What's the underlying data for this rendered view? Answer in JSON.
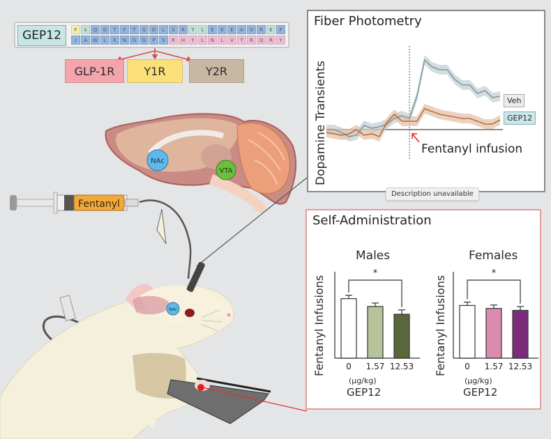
{
  "peptide": {
    "name": "GEP12",
    "row1": [
      "F",
      "s",
      "Q",
      "G",
      "T",
      "F",
      "T",
      "S",
      "D",
      "L",
      "S",
      "K",
      "Y",
      "L",
      "E",
      "E",
      "E",
      "A",
      "V",
      "R",
      "E",
      "F"
    ],
    "row2": [
      "I",
      "A",
      "W",
      "L",
      "K",
      "N",
      "G",
      "G",
      "P",
      "S",
      "R",
      "H",
      "Y",
      "L",
      "N",
      "L",
      "V",
      "T",
      "R",
      "Q",
      "R",
      "Y"
    ],
    "colors": {
      "yellow": "#f3ebb0",
      "teal": "#bfe0d4",
      "blue": "#93b4dc",
      "pink": "#eebdd2"
    }
  },
  "receptors": [
    {
      "label": "GLP-1R",
      "color": "#f4a4ab"
    },
    {
      "label": "Y1R",
      "color": "#fbe07a"
    },
    {
      "label": "Y2R",
      "color": "#c8b8a2"
    }
  ],
  "brain": {
    "nac_label": "NAc",
    "vta_label": "VTA"
  },
  "syringe": {
    "label": "Fentanyl"
  },
  "rat": {
    "nac_label": "NAc"
  },
  "tooltip": "Description unavailable",
  "chart_data": [
    {
      "type": "line",
      "title": "Fiber Photometry",
      "ylabel": "Dopamine Transients",
      "xlabel": "",
      "annotation": "Fentanyl infusion",
      "event_index": 11,
      "x": [
        0,
        1,
        2,
        3,
        4,
        5,
        6,
        7,
        8,
        9,
        10,
        11,
        12,
        13,
        14,
        15,
        16,
        17,
        18,
        19,
        20,
        21,
        22,
        23,
        24,
        25
      ],
      "series": [
        {
          "name": "Veh",
          "color": "#7f9aa3",
          "band": "#c4d2d6",
          "values": [
            0.0,
            0.0,
            -0.2,
            -0.5,
            -0.4,
            0.3,
            0.1,
            0.2,
            0.4,
            0.8,
            1.0,
            0.8,
            2.4,
            5.0,
            4.5,
            4.3,
            4.3,
            3.6,
            3.2,
            3.2,
            2.6,
            2.8,
            2.3,
            2.4,
            null,
            null
          ]
        },
        {
          "name": "GEP12",
          "color": "#b0714b",
          "band": "#e6c3a8",
          "values": [
            -0.2,
            -0.3,
            -0.4,
            -0.3,
            0.0,
            -0.4,
            -0.3,
            -0.5,
            0.5,
            1.1,
            0.6,
            0.6,
            0.6,
            1.5,
            1.3,
            1.1,
            1.0,
            0.9,
            0.8,
            0.8,
            0.6,
            0.4,
            0.4,
            0.7,
            null,
            null
          ]
        }
      ],
      "legend": [
        "Veh",
        "GEP12"
      ],
      "legend_position": "right"
    },
    {
      "type": "bar",
      "title": "Self-Administration",
      "subtitle": "Males",
      "ylabel": "Fentanyl Infusions",
      "categories": [
        "0",
        "1.57",
        "12.53"
      ],
      "xunit": "(µg/kg)",
      "xlabel": "GEP12",
      "values": [
        6.1,
        5.3,
        4.5
      ],
      "errors": [
        0.35,
        0.35,
        0.45
      ],
      "colors": [
        "#ffffff",
        "#b7c39a",
        "#59683a"
      ],
      "significance": "*",
      "ylim": [
        0,
        10
      ]
    },
    {
      "type": "bar",
      "subtitle": "Females",
      "ylabel": "Fentanyl Infusions",
      "categories": [
        "0",
        "1.57",
        "12.53"
      ],
      "xunit": "(µg/kg)",
      "xlabel": "GEP12",
      "values": [
        5.4,
        5.1,
        4.9
      ],
      "errors": [
        0.35,
        0.35,
        0.4
      ],
      "colors": [
        "#ffffff",
        "#d98bb0",
        "#7a2b7a"
      ],
      "significance": "*",
      "ylim": [
        0,
        10
      ]
    }
  ]
}
